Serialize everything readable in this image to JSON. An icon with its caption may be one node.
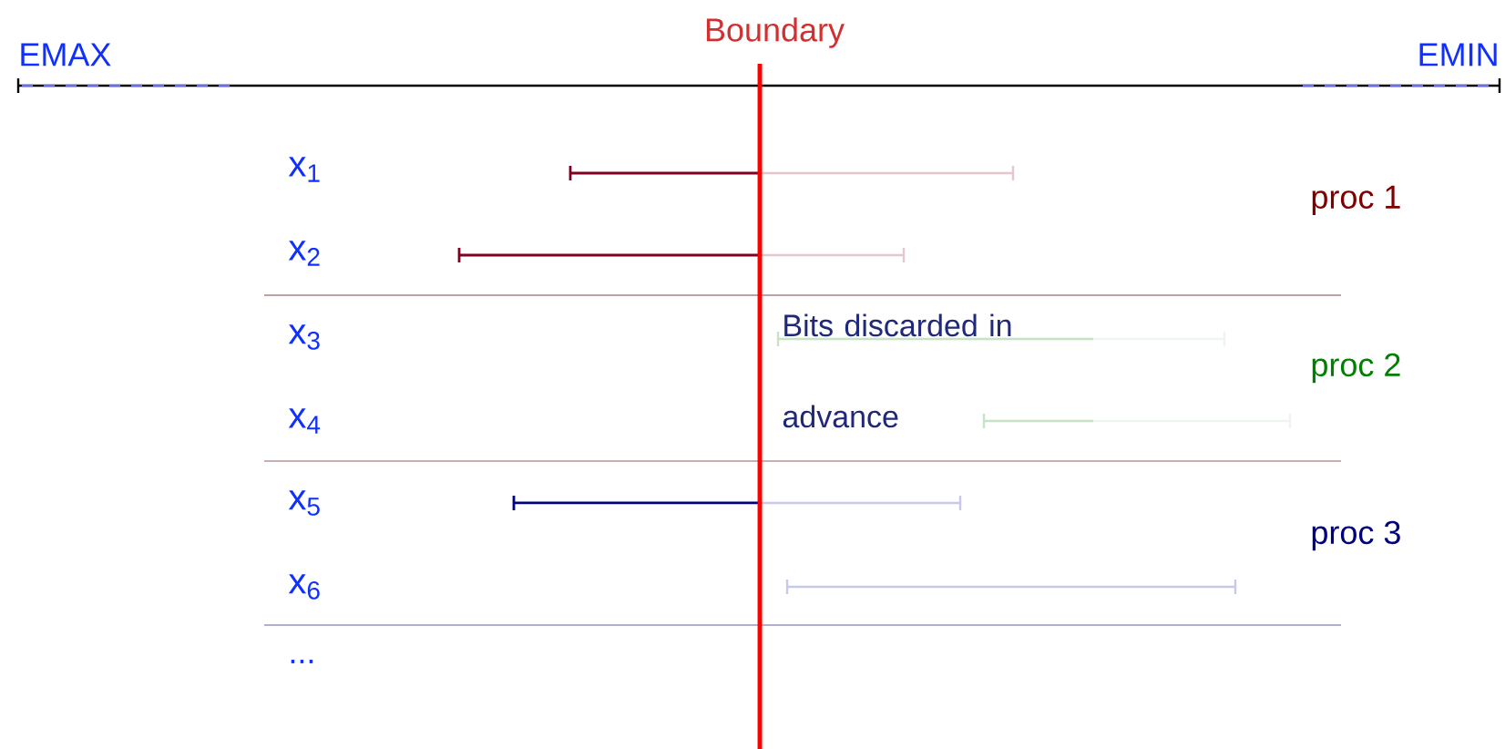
{
  "diagram": {
    "labels": [
      "EMAX",
      "Boundary",
      "EMIN",
      "x$_{1}$",
      "x$_{2}$",
      "proc 1",
      "x$_{3}$",
      "Bits discarded in advance",
      "proc 2",
      "x$_{4}$",
      "x$_{5}$",
      "proc 3",
      "x$_{6}$",
      "..."
    ]
  }
}
